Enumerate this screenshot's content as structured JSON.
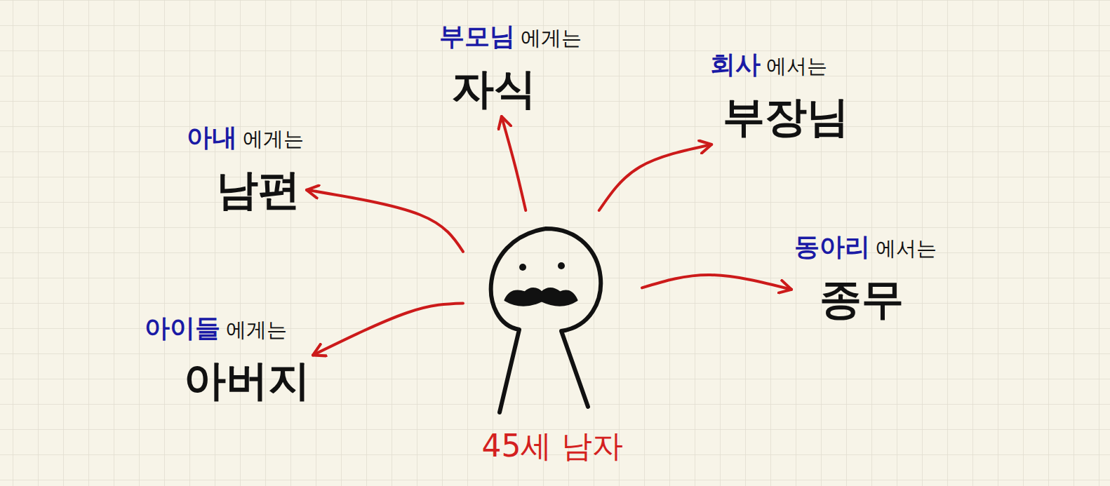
{
  "diagram": {
    "nodes": [
      {
        "text": [
          "45세 남자"
        ]
      },
      {
        "text": [
          "부모님",
          "에게는",
          "자식"
        ]
      },
      {
        "text": [
          "회사",
          "에서는",
          "부장님"
        ]
      },
      {
        "text": [
          "아내",
          "에게는",
          "남편"
        ]
      },
      {
        "text": [
          "동아리",
          "에서는",
          "종무"
        ]
      },
      {
        "text": [
          "아이들",
          "에게는",
          "아버지"
        ]
      }
    ],
    "edges": [
      {
        "from": 0,
        "to": 1,
        "arrow": "to"
      },
      {
        "from": 0,
        "to": 2,
        "arrow": "to"
      },
      {
        "from": 0,
        "to": 3,
        "arrow": "to"
      },
      {
        "from": 0,
        "to": 4,
        "arrow": "to"
      },
      {
        "from": 0,
        "to": 5,
        "arrow": "to"
      }
    ]
  }
}
